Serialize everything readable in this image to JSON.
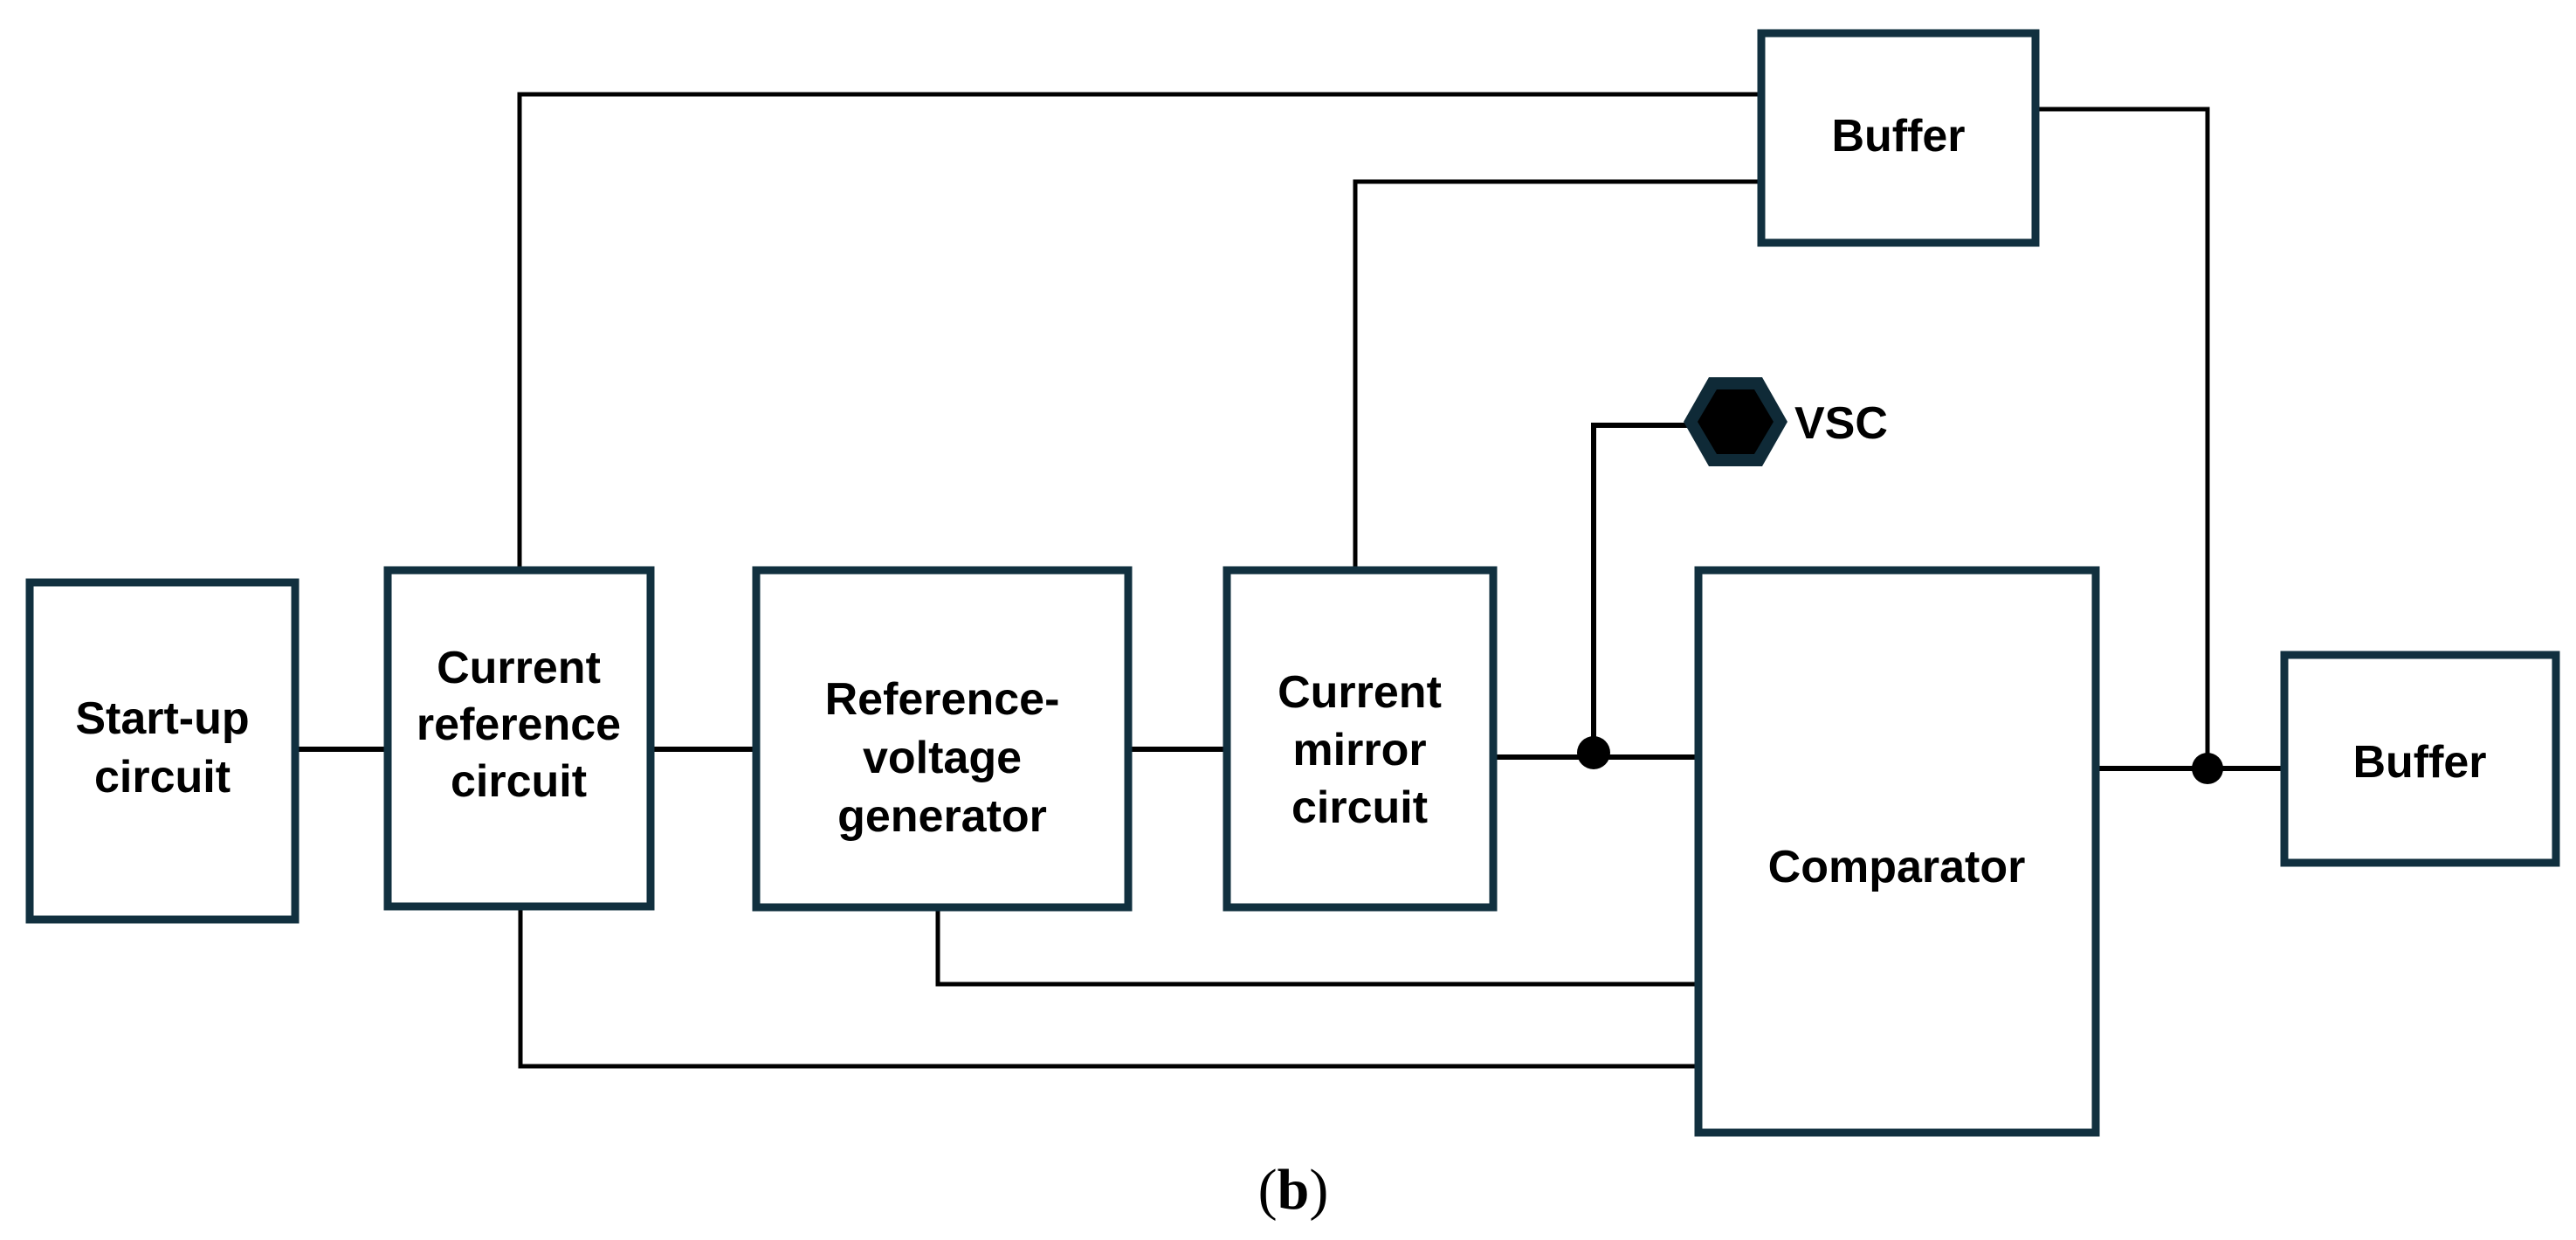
{
  "figure": {
    "caption_open": "(",
    "caption_letter": "b",
    "caption_close": ")"
  },
  "colors": {
    "block_border": "#11303f",
    "wire": "#000000",
    "terminal_fill": "#000000",
    "terminal_border": "#0f2a37"
  },
  "blocks": {
    "startup": {
      "lines": [
        "Start-up",
        "circuit"
      ]
    },
    "current_reference": {
      "lines": [
        "Current",
        "reference",
        "circuit"
      ]
    },
    "reference_voltage": {
      "lines": [
        "Reference-",
        "voltage",
        "generator"
      ]
    },
    "current_mirror": {
      "lines": [
        "Current",
        "mirror",
        "circuit"
      ]
    },
    "comparator": {
      "lines": [
        "Comparator"
      ]
    },
    "buffer_top": {
      "lines": [
        "Buffer"
      ]
    },
    "buffer_output": {
      "lines": [
        "Buffer"
      ]
    }
  },
  "terminals": {
    "vsc": {
      "label": "VSC",
      "icon": "hexagon-terminal-icon"
    }
  },
  "connections": [
    {
      "from": "Start-up circuit",
      "to": "Current reference circuit"
    },
    {
      "from": "Current reference circuit",
      "to": "Reference-voltage generator"
    },
    {
      "from": "Reference-voltage generator",
      "to": "Current mirror circuit"
    },
    {
      "from": "Current mirror circuit",
      "to": "Comparator",
      "junction": true
    },
    {
      "from": "Junction",
      "to": "VSC"
    },
    {
      "from": "Current reference circuit",
      "to": "Buffer (top)"
    },
    {
      "from": "Current mirror circuit",
      "to": "Buffer (top)"
    },
    {
      "from": "Buffer (top)",
      "to": "Output junction"
    },
    {
      "from": "Comparator",
      "to": "Buffer (output)",
      "junction": true
    },
    {
      "from": "Reference-voltage generator",
      "to": "Comparator"
    },
    {
      "from": "Current reference circuit",
      "to": "Comparator"
    }
  ]
}
